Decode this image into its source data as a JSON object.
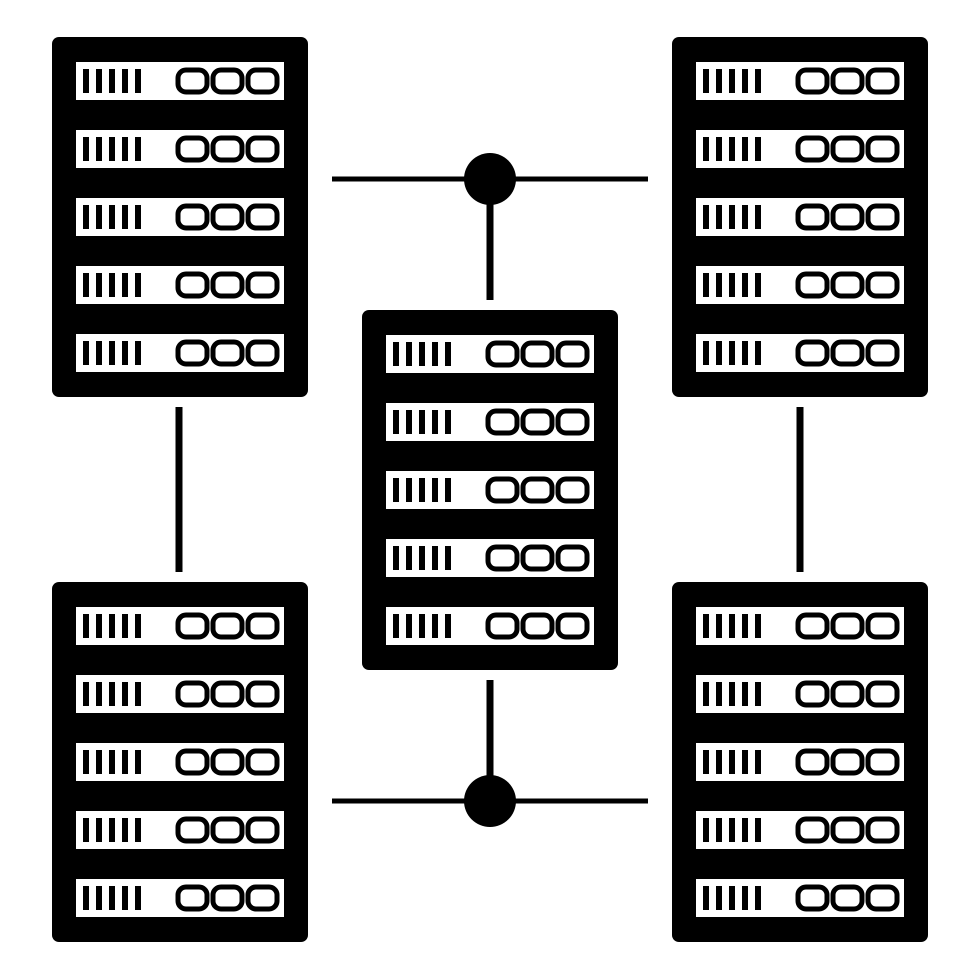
{
  "colors": {
    "background": "#ffffff",
    "ink": "#000000",
    "slot": "#ffffff"
  },
  "icon": "server-network-icon",
  "servers": [
    {
      "id": "server-top-left",
      "slots": 5,
      "bars_per_slot": 5,
      "lights_per_slot": 3
    },
    {
      "id": "server-top-right",
      "slots": 5,
      "bars_per_slot": 5,
      "lights_per_slot": 3
    },
    {
      "id": "server-center",
      "slots": 5,
      "bars_per_slot": 5,
      "lights_per_slot": 3
    },
    {
      "id": "server-bottom-left",
      "slots": 5,
      "bars_per_slot": 5,
      "lights_per_slot": 3
    },
    {
      "id": "server-bottom-right",
      "slots": 5,
      "bars_per_slot": 5,
      "lights_per_slot": 3
    }
  ],
  "hubs": [
    {
      "id": "hub-top",
      "links": [
        "server-top-left",
        "server-top-right",
        "server-center"
      ]
    },
    {
      "id": "hub-bottom",
      "links": [
        "server-bottom-left",
        "server-bottom-right",
        "server-center"
      ]
    }
  ],
  "connections": [
    {
      "from": "server-top-left",
      "to": "server-bottom-left"
    },
    {
      "from": "server-top-right",
      "to": "server-bottom-right"
    }
  ]
}
